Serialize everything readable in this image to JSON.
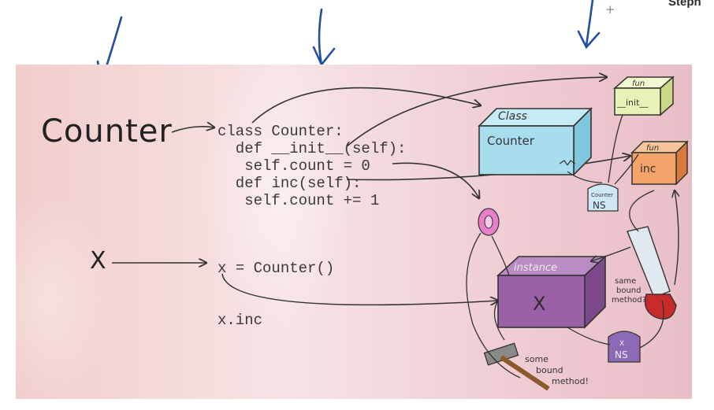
{
  "corner_text": "Steph",
  "plus_glyph": "+",
  "labels": {
    "counter": "Counter",
    "x": "X"
  },
  "code_lines": [
    "class Counter:",
    "  def __init__(self):",
    "   self.count = 0",
    "  def inc(self):",
    "   self.count += 1"
  ],
  "code_assign": "x = Counter()",
  "code_access": "x.inc",
  "boxes": {
    "class_tag": "Class",
    "class_name": "Counter",
    "fun_tag_1": "fun",
    "fun_name_1": "__init__",
    "fun_tag_2": "fun",
    "fun_name_2": "inc",
    "counter_ns_top": "Counter",
    "counter_ns_bottom": "NS",
    "instance_tag": "instance",
    "instance_name": "X",
    "x_ns_top": "X",
    "x_ns_bottom": "NS"
  },
  "notes": {
    "hammer": [
      "some",
      "bound",
      "method!"
    ],
    "saw": [
      "same",
      "bound",
      "method?"
    ]
  },
  "colors": {
    "class_box": "#a8ddee",
    "fun_init_box": "#e9f2b6",
    "fun_inc_box": "#f4a469",
    "instance_box": "#9a61a6",
    "ns_tag_x": "#8d6ab5",
    "ring": "#e97fc8",
    "ink": "#2f2f2f",
    "arrow_blue": "#1f4fa3"
  }
}
